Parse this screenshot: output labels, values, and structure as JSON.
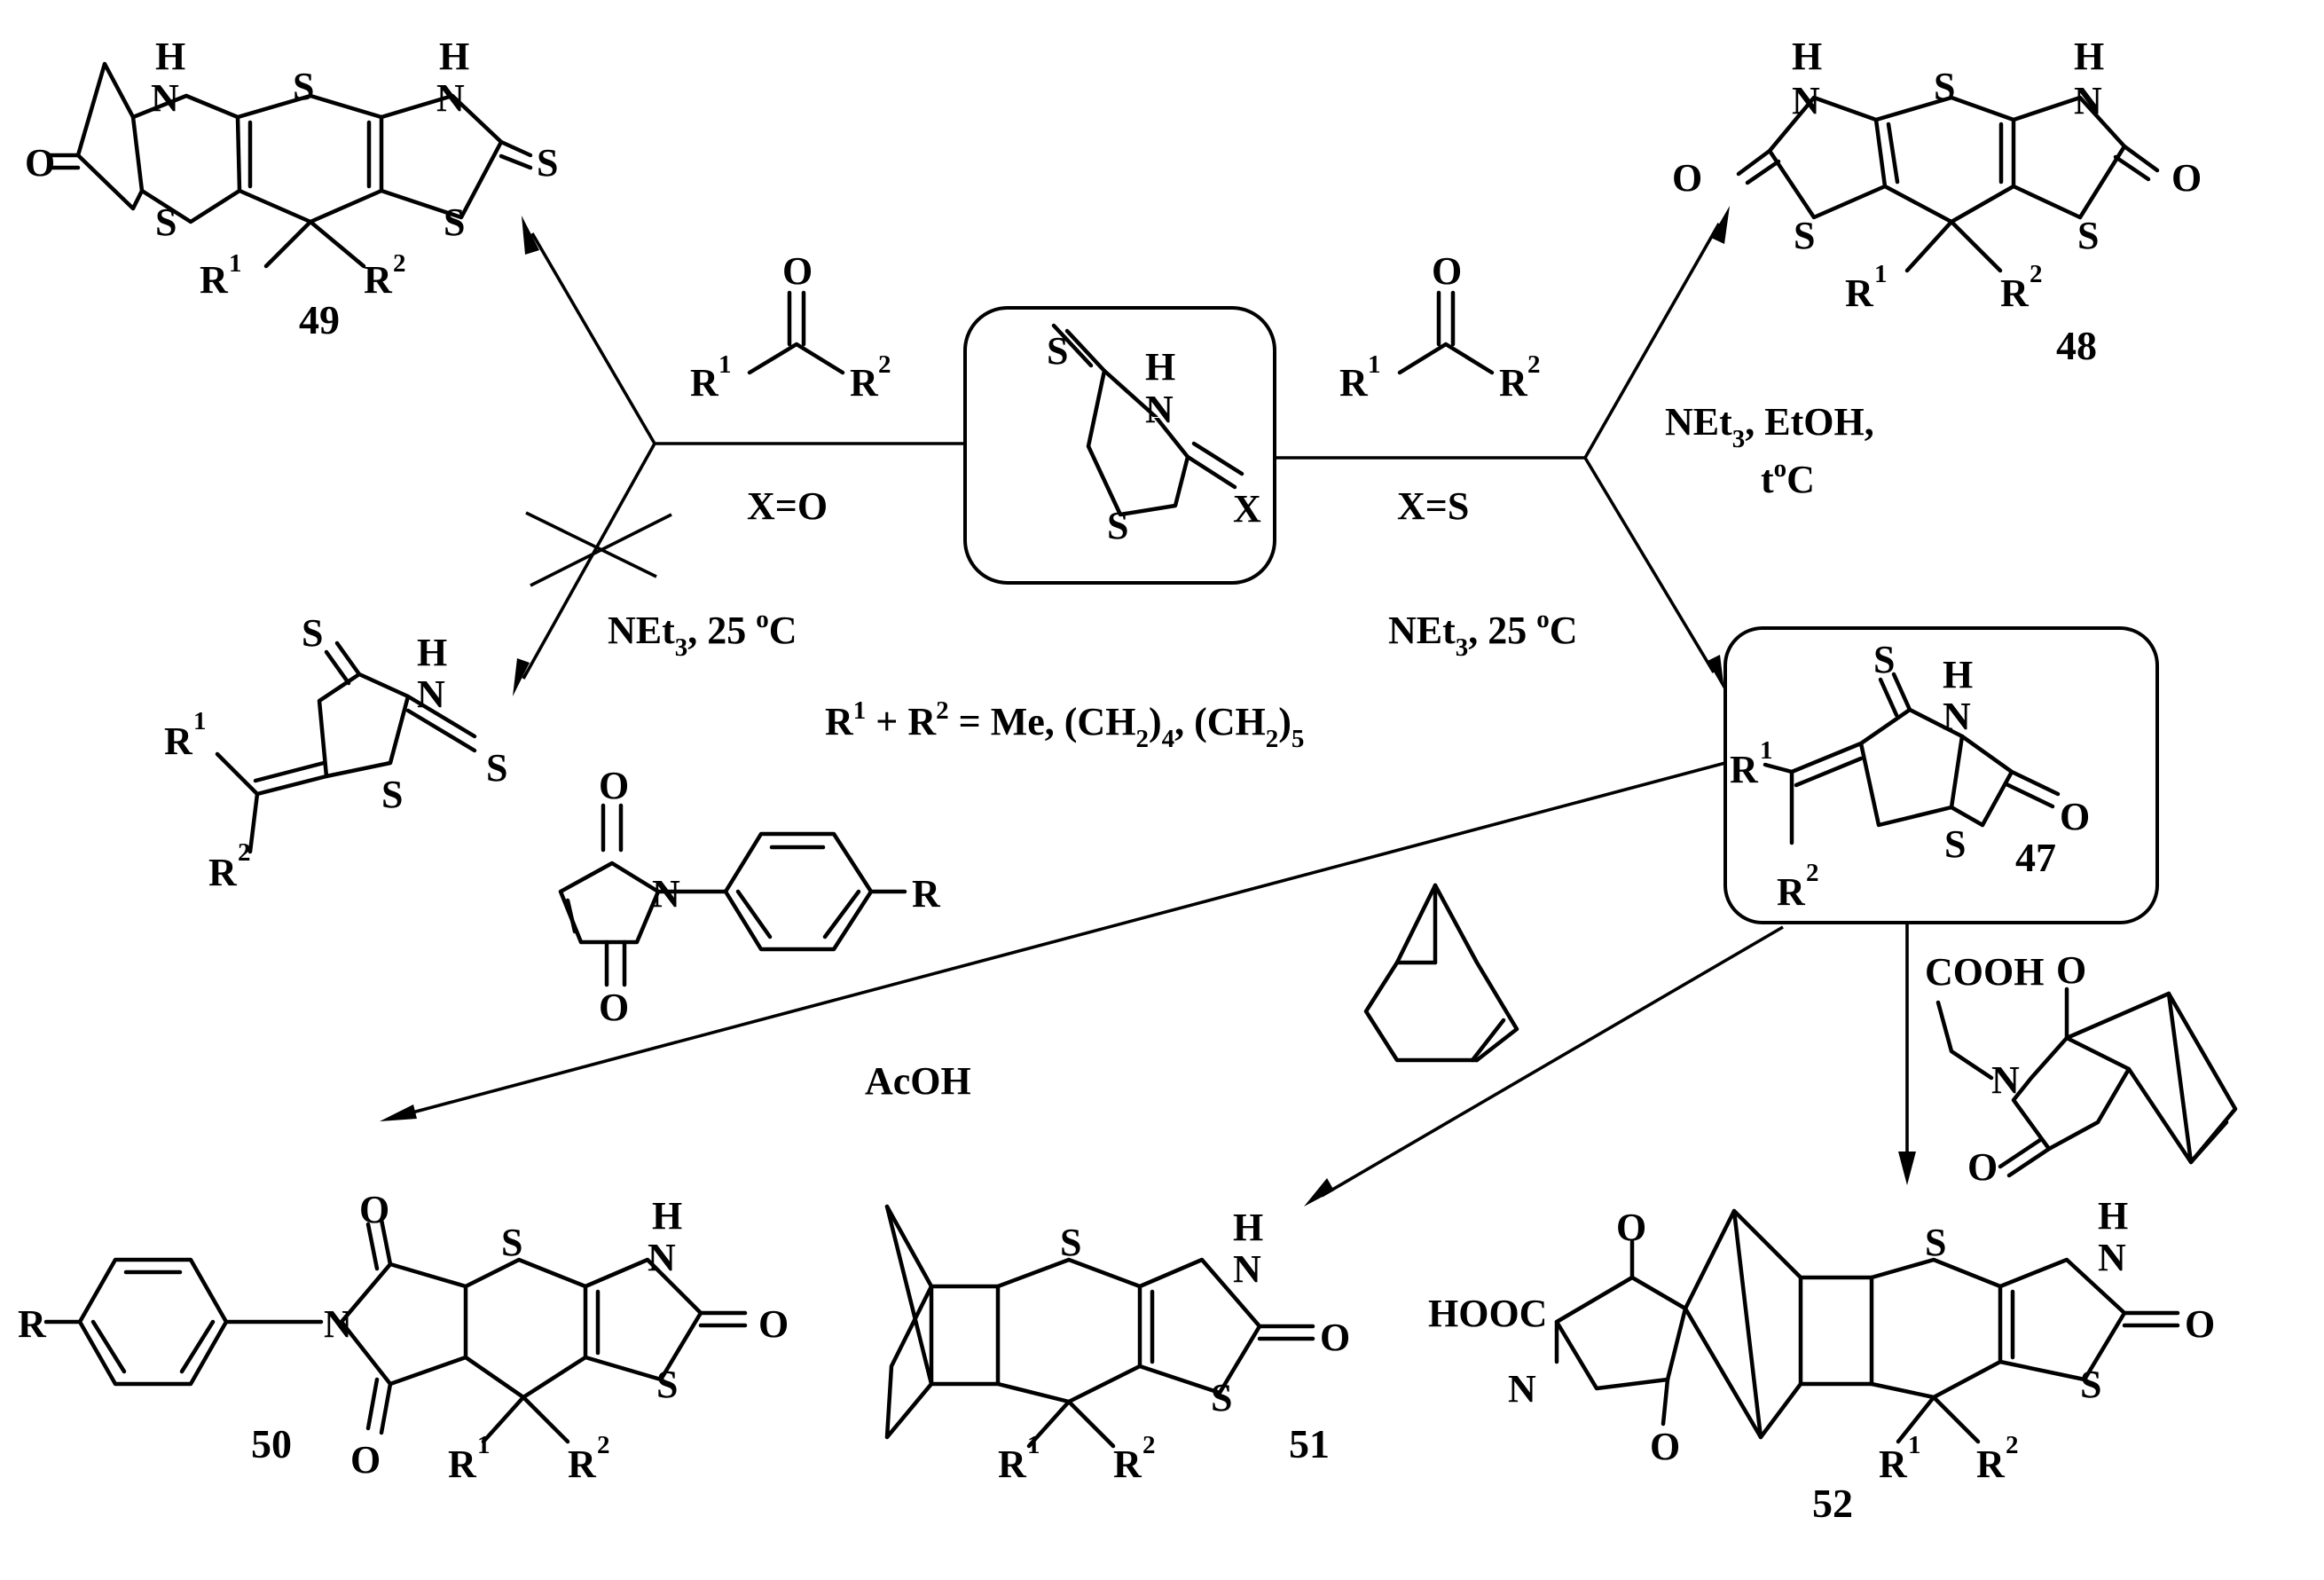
{
  "colors": {
    "ink": "#000000",
    "background": "#ffffff"
  },
  "atoms": {
    "S": "S",
    "H": "H",
    "N": "N",
    "O": "O",
    "X": "X",
    "R": "R",
    "sup1": "1",
    "sup2": "2",
    "sub3": "3",
    "sub4": "4",
    "sub5": "5",
    "cooh": "COOH",
    "hooc": "HOOC"
  },
  "compounds": {
    "c47": "47",
    "c48": "48",
    "c49": "49",
    "c50": "50",
    "c51": "51",
    "c52": "52"
  },
  "conditions": {
    "x_eq_o": "X=O",
    "x_eq_s": "X=S",
    "net": "NEt",
    "net_etoh_tail": ", EtOH,",
    "temp_t": "t",
    "temp_o": "o",
    "temp_c": "C",
    "rt_tail": ", 25 ",
    "acoh": "AcOH",
    "r_def_a": " + R",
    "r_def_b": " = Me, (CH",
    "r_def_c": ")",
    "r_def_d": ", (CH"
  }
}
